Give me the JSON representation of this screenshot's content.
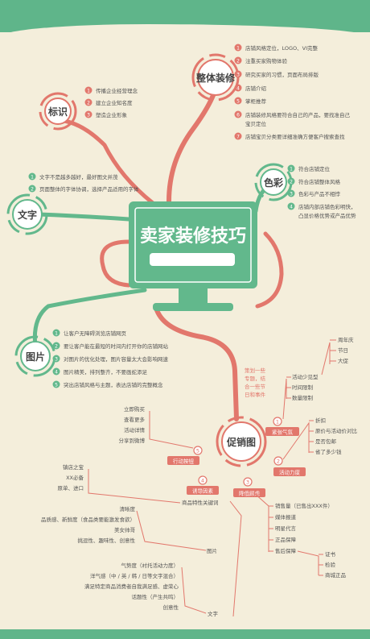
{
  "colors": {
    "green": "#62b88c",
    "red": "#e2776c",
    "cream": "#f4eedb",
    "dark": "#555555",
    "white": "#ffffff"
  },
  "center": {
    "title": "卖家装修技巧"
  },
  "branches": [
    {
      "id": "zhengti",
      "title": "整体装修",
      "color": "red",
      "items": [
        "店铺风格定位，LOGO、VI完整",
        "注重买家购物体验",
        "研究买家的习惯，页面布局排版",
        "店铺介绍",
        "掌柜推荐",
        "店铺装修风格要符合自己的产品，要找准自己",
        "宝贝定位",
        "店铺宝贝分类要详细准确方便客户搜索查找"
      ]
    },
    {
      "id": "biaoshi",
      "title": "标识",
      "color": "red",
      "items": [
        "传播企业经营理念",
        "建立企业知名度",
        "塑造企业形象"
      ]
    },
    {
      "id": "wenzi",
      "title": "文字",
      "color": "green",
      "items": [
        "文字不是越多越好，最好图文并茂",
        "页面整体的字体协调，选择产品适用的字体"
      ]
    },
    {
      "id": "secai",
      "title": "色彩",
      "color": "green",
      "items": [
        "符合店铺定位",
        "符合店铺整体风格",
        "色彩与产品不相悖",
        "店铺内部店铺色彩明快，",
        "凸显价格优势或产品优势"
      ]
    },
    {
      "id": "tupian",
      "title": "图片",
      "color": "green",
      "items": [
        "让客户无障碍浏览店铺网页",
        "要让客户能在最短的时间内打开你的店铺网站",
        "对图片的优化处理，图片容量太大会影响网速",
        "图片精美，排列整齐，不要画蛇添足",
        "突出店铺风格与主题，表达店铺的完整概念"
      ]
    }
  ],
  "promo": {
    "title": "促销图",
    "note": [
      "策划一些",
      "专题，结",
      "合一些节",
      "日和事件"
    ],
    "tags": {
      "one": "紧张气氛",
      "two": "活动力度",
      "three": "降低顾虑",
      "four": "诱导因素",
      "five": "行动按钮"
    },
    "numbers": [
      "1",
      "2",
      "3",
      "4",
      "5"
    ],
    "one_items": [
      "活动少见型",
      "时间限制",
      "数量限制"
    ],
    "one_sub": [
      "周年庆",
      "节日",
      "大促"
    ],
    "two_items": [
      "折扣",
      "原价与活动价对比",
      "是否包邮",
      "省了多少钱"
    ],
    "three_items": [
      "销售量（已售出XXX件）",
      "媒体报道",
      "明星代言",
      "正品保障",
      "售后保障"
    ],
    "three_sub": [
      "证书",
      "检验",
      "商城正品"
    ],
    "four_head": "商品特性关键词",
    "four_items": [
      "镇店之宝",
      "XX必备",
      "原单、进口"
    ],
    "four_pic_label": "图片",
    "four_pic_items": [
      "清晰度",
      "品质感、新鲜度（食品类要能激发食欲）",
      "美女帅哥",
      "挑逗性、趣味性、创意性"
    ],
    "four_text_label": "文字",
    "four_text_items": [
      "气势度（衬托活动力度）",
      "洋气感（中 / 英 / 韩 / 日等文字混合）",
      "满足特定商品消费者自我满足感、虚荣心",
      "话题性（产生共鸣）",
      "创意性"
    ],
    "five_items": [
      "立即购买",
      "查看更多",
      "活动详情",
      "分享到微博"
    ]
  }
}
